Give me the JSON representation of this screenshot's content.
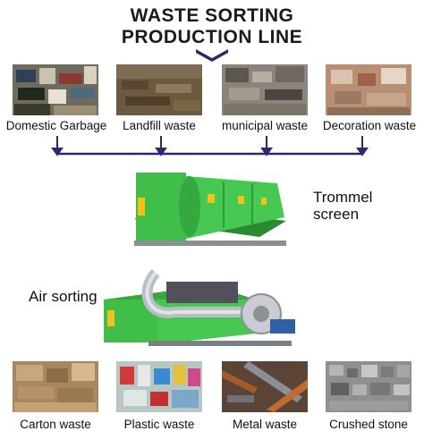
{
  "title": {
    "line1": "WASTE SORTING",
    "line2": "PRODUCTION LINE"
  },
  "colors": {
    "accent": "#2b2a6e",
    "machine_green": "#3fbf4a",
    "machine_dark": "#2a8a33",
    "label_yellow": "#f2c21a"
  },
  "inputs": [
    {
      "label": "Domestic Garbage"
    },
    {
      "label": "Landfill waste"
    },
    {
      "label": "municipal waste"
    },
    {
      "label": "Decoration waste"
    }
  ],
  "stages": [
    {
      "label_line1": "Trommel",
      "label_line2": "screen"
    },
    {
      "label_line1": "Air sorting"
    }
  ],
  "outputs": [
    {
      "label": "Carton waste"
    },
    {
      "label": "Plastic waste"
    },
    {
      "label": "Metal waste"
    },
    {
      "label": "Crushed stone"
    }
  ]
}
